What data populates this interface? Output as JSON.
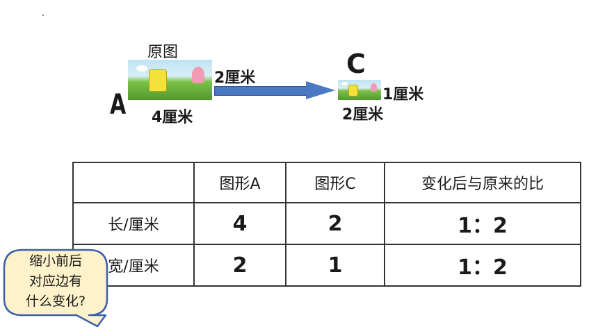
{
  "diagram": {
    "original_caption": "原图",
    "label_a": "A",
    "a_height_label": "2厘米",
    "a_width_label": "4厘米",
    "label_c": "C",
    "c_height_label": "1厘米",
    "c_width_label": "2厘米"
  },
  "table": {
    "headers": [
      "",
      "图形A",
      "图形C",
      "变化后与原来的比"
    ],
    "rows": [
      {
        "label": "长/厘米",
        "a": "4",
        "c": "2",
        "ratio": "1：2"
      },
      {
        "label": "宽/厘米",
        "a": "2",
        "c": "1",
        "ratio": "1：2"
      }
    ]
  },
  "bubble": {
    "lines": [
      "缩小前后",
      "对应边有",
      "什么变化?"
    ]
  },
  "colors": {
    "arrow": "#4a78c2",
    "bubble_fill": "#fdf2c9"
  }
}
